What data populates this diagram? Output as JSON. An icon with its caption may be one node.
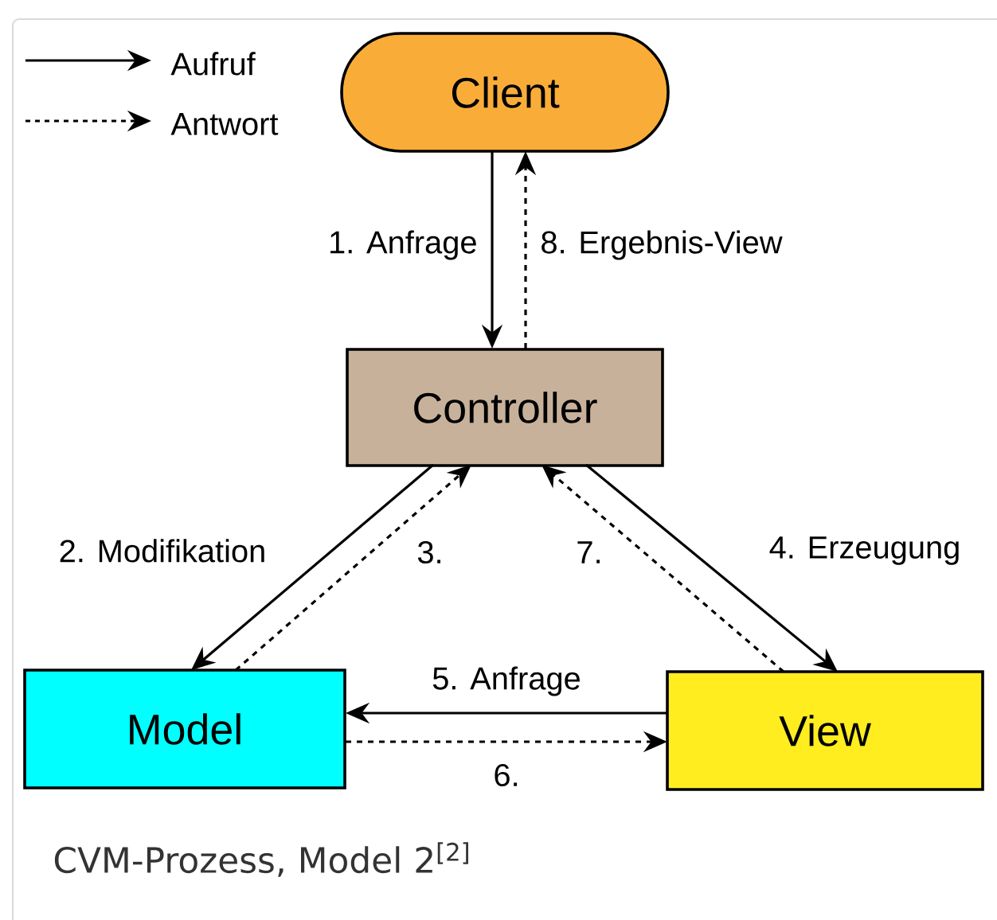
{
  "diagram": {
    "caption": "CVM-Prozess, Model 2$^{[2]}$",
    "nodes": [
      {
        "text": [
          "Client"
        ]
      },
      {
        "text": [
          "Controller"
        ]
      },
      {
        "text": [
          "Model"
        ]
      },
      {
        "text": [
          "View"
        ]
      }
    ],
    "edges": [
      {
        "from": 0,
        "to": 1,
        "arrow": "to",
        "label": "1. Anfrage"
      },
      {
        "from": 1,
        "to": 0,
        "arrow": "to",
        "label": "8. Ergebnis-View",
        "style": "dashed"
      },
      {
        "from": 1,
        "to": 2,
        "arrow": "to",
        "label": "2. Modifikation"
      },
      {
        "from": 2,
        "to": 1,
        "arrow": "to",
        "label": "3.",
        "style": "dashed"
      },
      {
        "from": 1,
        "to": 3,
        "arrow": "to",
        "label": "4. Erzeugung"
      },
      {
        "from": 3,
        "to": 1,
        "arrow": "to",
        "label": "7.",
        "style": "dashed"
      },
      {
        "from": 3,
        "to": 2,
        "arrow": "to",
        "label": "5. Anfrage"
      },
      {
        "from": 2,
        "to": 3,
        "arrow": "to",
        "label": "6.",
        "style": "dashed"
      }
    ],
    "legend": [
      {
        "text": "Aufruf"
      },
      {
        "text": "Antwort"
      }
    ]
  }
}
